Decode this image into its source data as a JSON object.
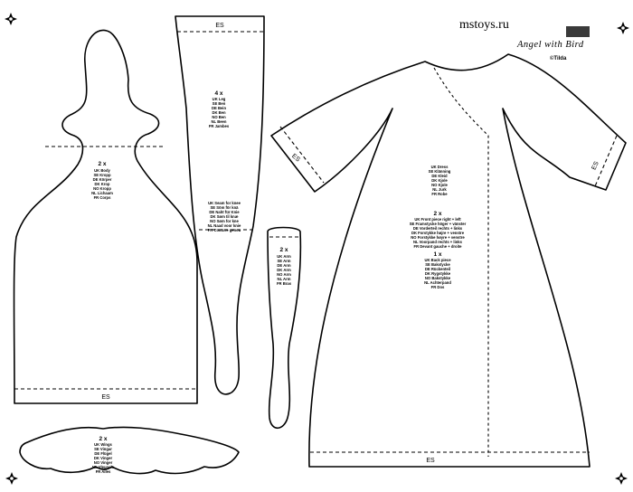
{
  "header": {
    "site": "mstoys.ru",
    "title": "Angel with Bird",
    "subtitle": "©Tilda"
  },
  "colors": {
    "line": "#000000",
    "paper": "#ffffff"
  },
  "icons": [
    "flower-ornament-icon",
    "brand-logo-icon"
  ],
  "body_piece": {
    "count": "2 x",
    "lines": [
      "UK Body",
      "SE Kropp",
      "DE Körper",
      "DK Krop",
      "NO Kropp",
      "NL Lichaam",
      "FR Corps"
    ],
    "seam": "ES"
  },
  "leg_piece": {
    "count": "4 x",
    "lines": [
      "UK Leg",
      "SE Ben",
      "DE Bein",
      "DK Ben",
      "NO Ben",
      "NL Been",
      "FR Jambes"
    ],
    "lines2": [
      "UK Seam for knee",
      "SE Söm för knä",
      "DE Naht für Knie",
      "DK Søm til knæ",
      "NO Søm for kne",
      "NL Naad voor knie",
      "FR Couture genou"
    ],
    "seam": "ES"
  },
  "arm_piece": {
    "count": "2 x",
    "lines": [
      "UK Arm",
      "SE Arm",
      "DE Arm",
      "DK Arm",
      "NO Arm",
      "NL Arm",
      "FR Bras"
    ]
  },
  "dress_piece": {
    "lines": [
      "UK Dress",
      "SE Klänning",
      "DE Kleid",
      "DK Kjole",
      "NO Kjole",
      "NL Jurk",
      "FR Robe"
    ],
    "count_front": "2 x",
    "front_lines": [
      "UK Front piece right + left",
      "SE Framstycke höger + vänster",
      "DE Vorderteil rechts + links",
      "DK Forstykke højre + venstre",
      "NO Forstykke høyre + venstre",
      "NL Voorpand rechts + links",
      "FR Devant gauche + droite"
    ],
    "count_back": "1 x",
    "back_lines": [
      "UK Back piece",
      "SE Bakstycke",
      "DE Rückenteil",
      "DK Rygstykke",
      "NO Bakstykke",
      "NL Achterpand",
      "FR Dos"
    ],
    "seam": "ES"
  },
  "wing_piece": {
    "count": "2 x",
    "lines": [
      "UK Wings",
      "SE Vingar",
      "DE Flügel",
      "DK Vinger",
      "NO Vinger",
      "NL Vleugels",
      "FR Ailes"
    ]
  }
}
